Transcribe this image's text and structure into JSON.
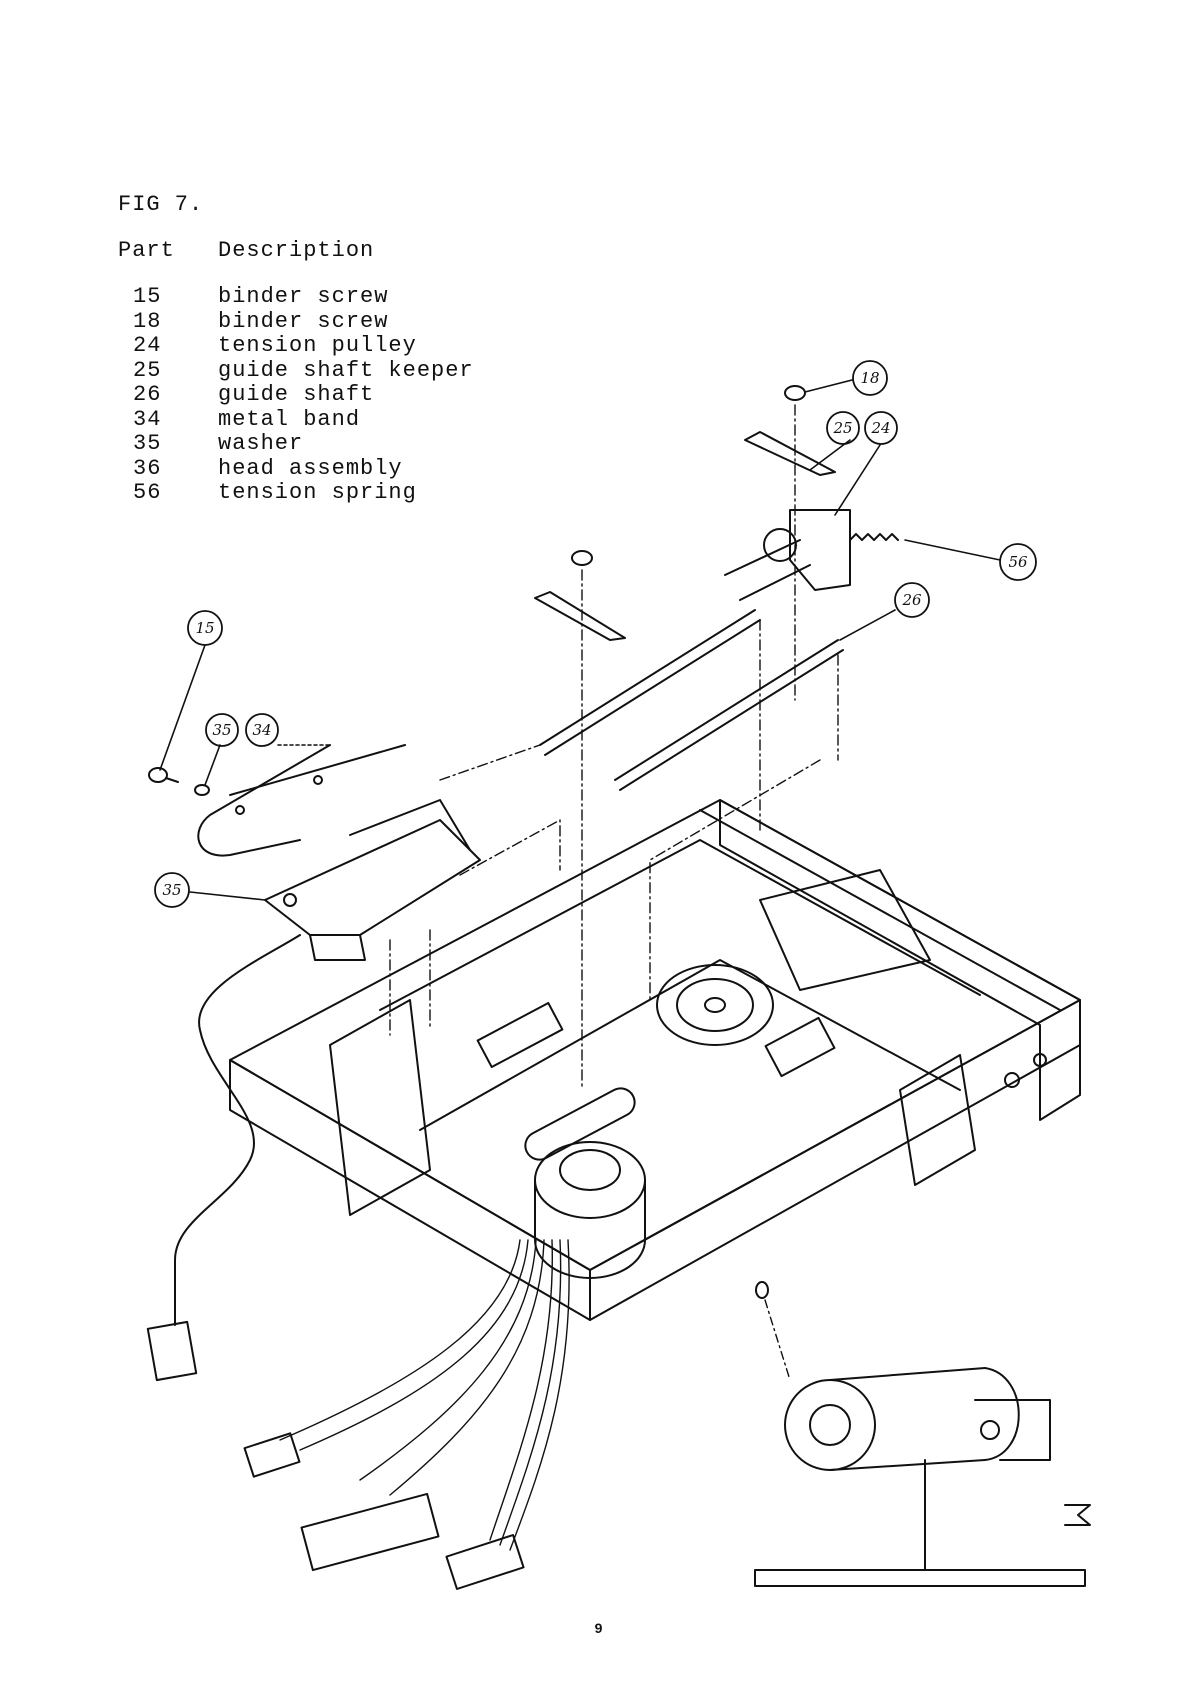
{
  "figure": {
    "title": "FIG 7."
  },
  "parts_table": {
    "headers": {
      "part": "Part",
      "description": "Description"
    },
    "rows": [
      {
        "part": "15",
        "description": "binder screw"
      },
      {
        "part": "18",
        "description": "binder screw"
      },
      {
        "part": "24",
        "description": "tension pulley"
      },
      {
        "part": "25",
        "description": "guide shaft keeper"
      },
      {
        "part": "26",
        "description": "guide shaft"
      },
      {
        "part": "34",
        "description": "metal band"
      },
      {
        "part": "35",
        "description": "washer"
      },
      {
        "part": "36",
        "description": "head assembly"
      },
      {
        "part": "56",
        "description": "tension spring"
      }
    ]
  },
  "callouts": {
    "c18": "18",
    "c25": "25",
    "c24": "24",
    "c56": "56",
    "c26": "26",
    "c15": "15",
    "c35a": "35",
    "c34": "34",
    "c35b": "35"
  },
  "page_number": "9"
}
